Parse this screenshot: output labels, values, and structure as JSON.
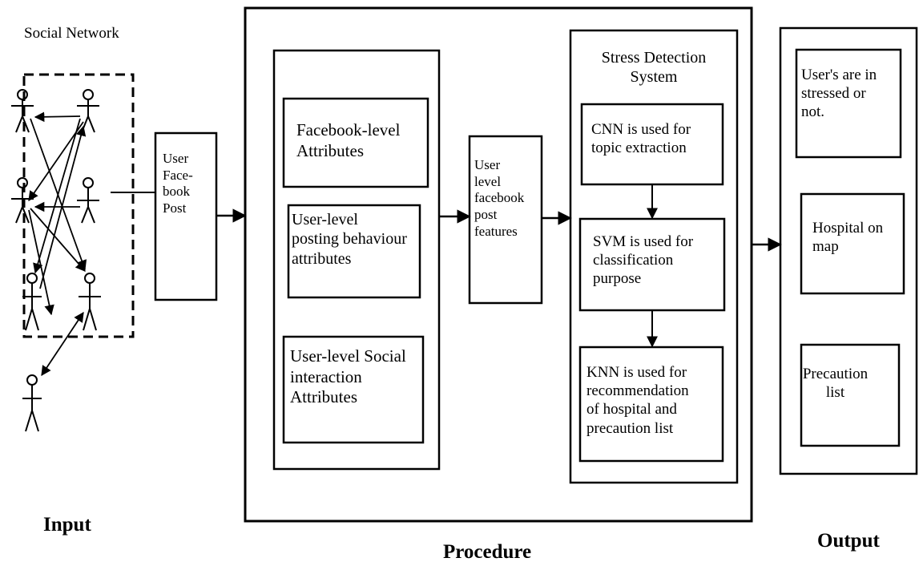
{
  "social_network": {
    "title": "Social Network"
  },
  "input": {
    "post_box": "User\nFace-\nbook\nPost",
    "section_label": "Input"
  },
  "procedure": {
    "attributes": {
      "facebook_level": "Facebook-level\nAttributes",
      "posting_behaviour": "User-level\nposting behaviour\nattributes",
      "social_interaction": "User-level Social\ninteraction\nAttributes"
    },
    "features_box": "User\nlevel\nfacebook\npost\nfeatures",
    "stress_system": {
      "title": "Stress Detection\nSystem",
      "cnn": "CNN is used for\ntopic extraction",
      "svm": "SVM is used for\nclassification\npurpose",
      "knn": "KNN is used for\nrecommendation\nof hospital and\nprecaution list"
    },
    "section_label": "Procedure"
  },
  "output": {
    "stressed": "User's are in\nstressed or\nnot.",
    "hospital": "Hospital on\nmap",
    "precaution": "Precaution\nlist",
    "section_label": "Output"
  }
}
